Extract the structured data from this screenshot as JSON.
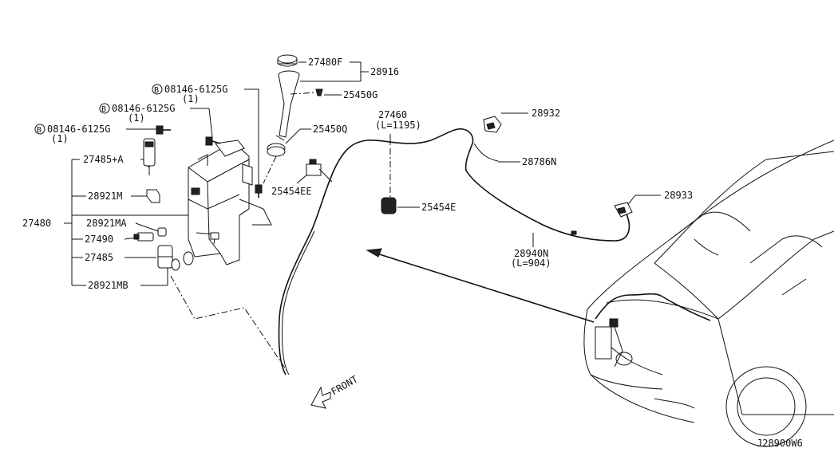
{
  "labels": {
    "p27480F": "27480F",
    "p28916": "28916",
    "p25450G": "25450G",
    "b1_code": "08146-6125G",
    "b1_qty": "(1)",
    "b2_code": "08146-6125G",
    "b2_qty": "(1)",
    "b3_code": "08146-6125G",
    "b3_qty": "(1)",
    "bolt_symbol": "B",
    "p27460": "27460",
    "p27460_len": "(L=1195)",
    "p28932": "28932",
    "p25450Q": "25450Q",
    "p28786N": "28786N",
    "p27485A": "27485+A",
    "p25454EE": "25454EE",
    "p28921M": "28921M",
    "p25454E": "25454E",
    "p28933": "28933",
    "p27480": "27480",
    "p28921MA": "28921MA",
    "p27490": "27490",
    "p28940N": "28940N",
    "p28940N_len": "(L=904)",
    "p27485": "27485",
    "p28921MB": "28921MB",
    "front": "FRONT",
    "diagram_id": "J28900W6"
  }
}
